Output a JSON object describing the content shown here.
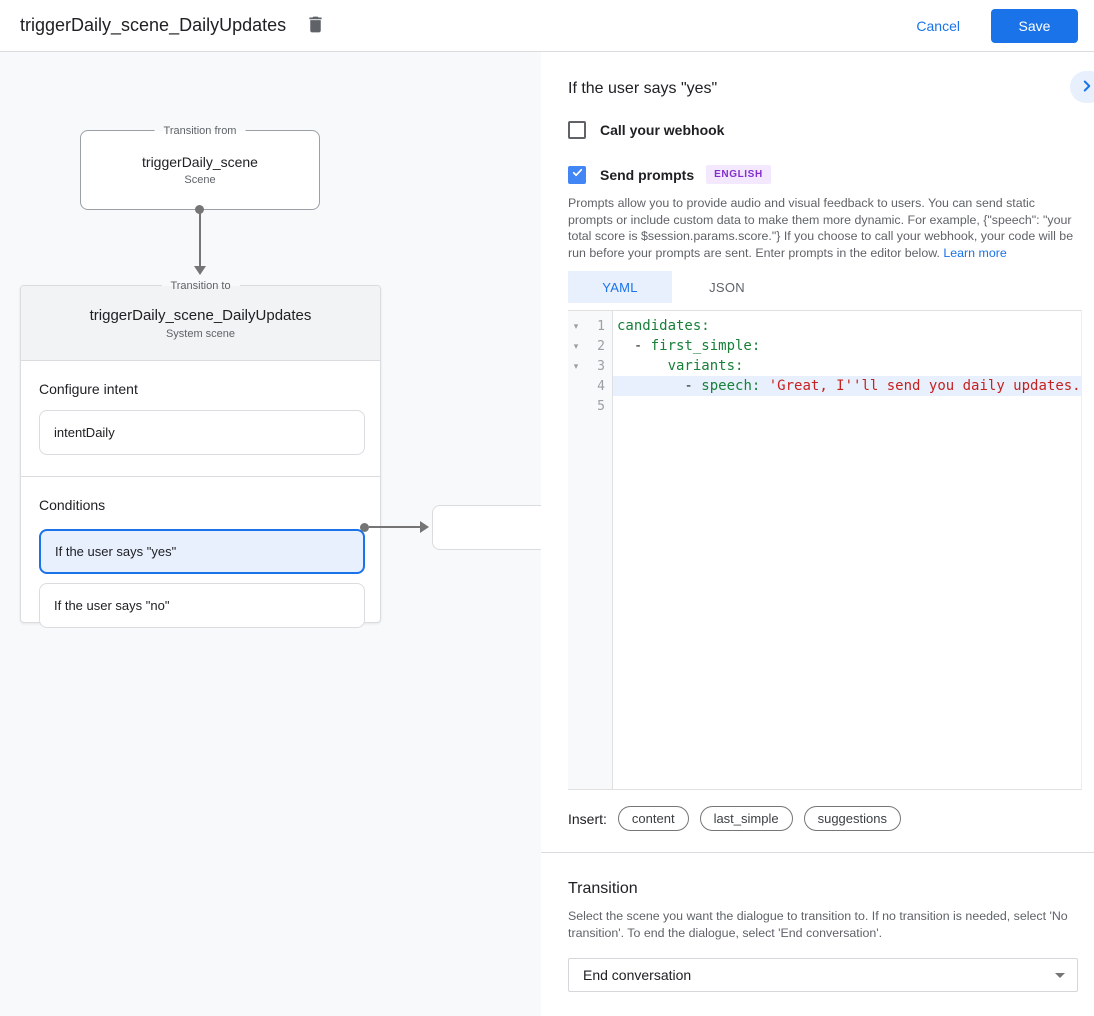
{
  "topbar": {
    "title": "triggerDaily_scene_DailyUpdates",
    "cancel_label": "Cancel",
    "save_label": "Save"
  },
  "canvas": {
    "from_node": {
      "legend": "Transition from",
      "title": "triggerDaily_scene",
      "subtitle": "Scene"
    },
    "to_node": {
      "legend": "Transition to",
      "title": "triggerDaily_scene_DailyUpdates",
      "subtitle": "System scene",
      "configure_intent_label": "Configure intent",
      "intent_value": "intentDaily",
      "conditions_label": "Conditions",
      "conditions": [
        {
          "label": "If the user says \"yes\"",
          "selected": true
        },
        {
          "label": "If the user says \"no\"",
          "selected": false
        }
      ]
    }
  },
  "panel": {
    "title": "If the user says \"yes\"",
    "collapse_icon": "chevron-right",
    "webhook": {
      "label": "Call your webhook",
      "checked": false
    },
    "send_prompts": {
      "label": "Send prompts",
      "badge": "ENGLISH",
      "checked": true
    },
    "description": "Prompts allow you to provide audio and visual feedback to users. You can send static prompts or include custom data to make them more dynamic. For example, {\"speech\": \"your total score is $session.params.score.\"} If you choose to call your webhook, your code will be run before your prompts are sent. Enter prompts in the editor below. ",
    "learn_more": "Learn more",
    "tabs": [
      {
        "label": "YAML",
        "active": true
      },
      {
        "label": "JSON",
        "active": false
      }
    ],
    "editor": {
      "lines": [
        {
          "n": "1",
          "fold": true,
          "hl": false,
          "seg": [
            [
              "k",
              "candidates:"
            ]
          ]
        },
        {
          "n": "2",
          "fold": true,
          "hl": false,
          "seg": [
            [
              "p",
              "  - "
            ],
            [
              "k",
              "first_simple:"
            ]
          ]
        },
        {
          "n": "3",
          "fold": true,
          "hl": false,
          "seg": [
            [
              "p",
              "      "
            ],
            [
              "k",
              "variants:"
            ]
          ]
        },
        {
          "n": "4",
          "fold": false,
          "hl": true,
          "seg": [
            [
              "p",
              "        - "
            ],
            [
              "k",
              "speech:"
            ],
            [
              "p",
              " "
            ],
            [
              "s",
              "'Great, I''ll send you daily updates."
            ]
          ]
        },
        {
          "n": "5",
          "fold": false,
          "hl": false,
          "seg": []
        }
      ]
    },
    "insert": {
      "label": "Insert:",
      "pills": [
        "content",
        "last_simple",
        "suggestions"
      ]
    },
    "transition": {
      "title": "Transition",
      "description": "Select the scene you want the dialogue to transition to. If no transition is needed, select 'No transition'. To end the dialogue, select 'End conversation'.",
      "select_value": "End conversation"
    }
  }
}
